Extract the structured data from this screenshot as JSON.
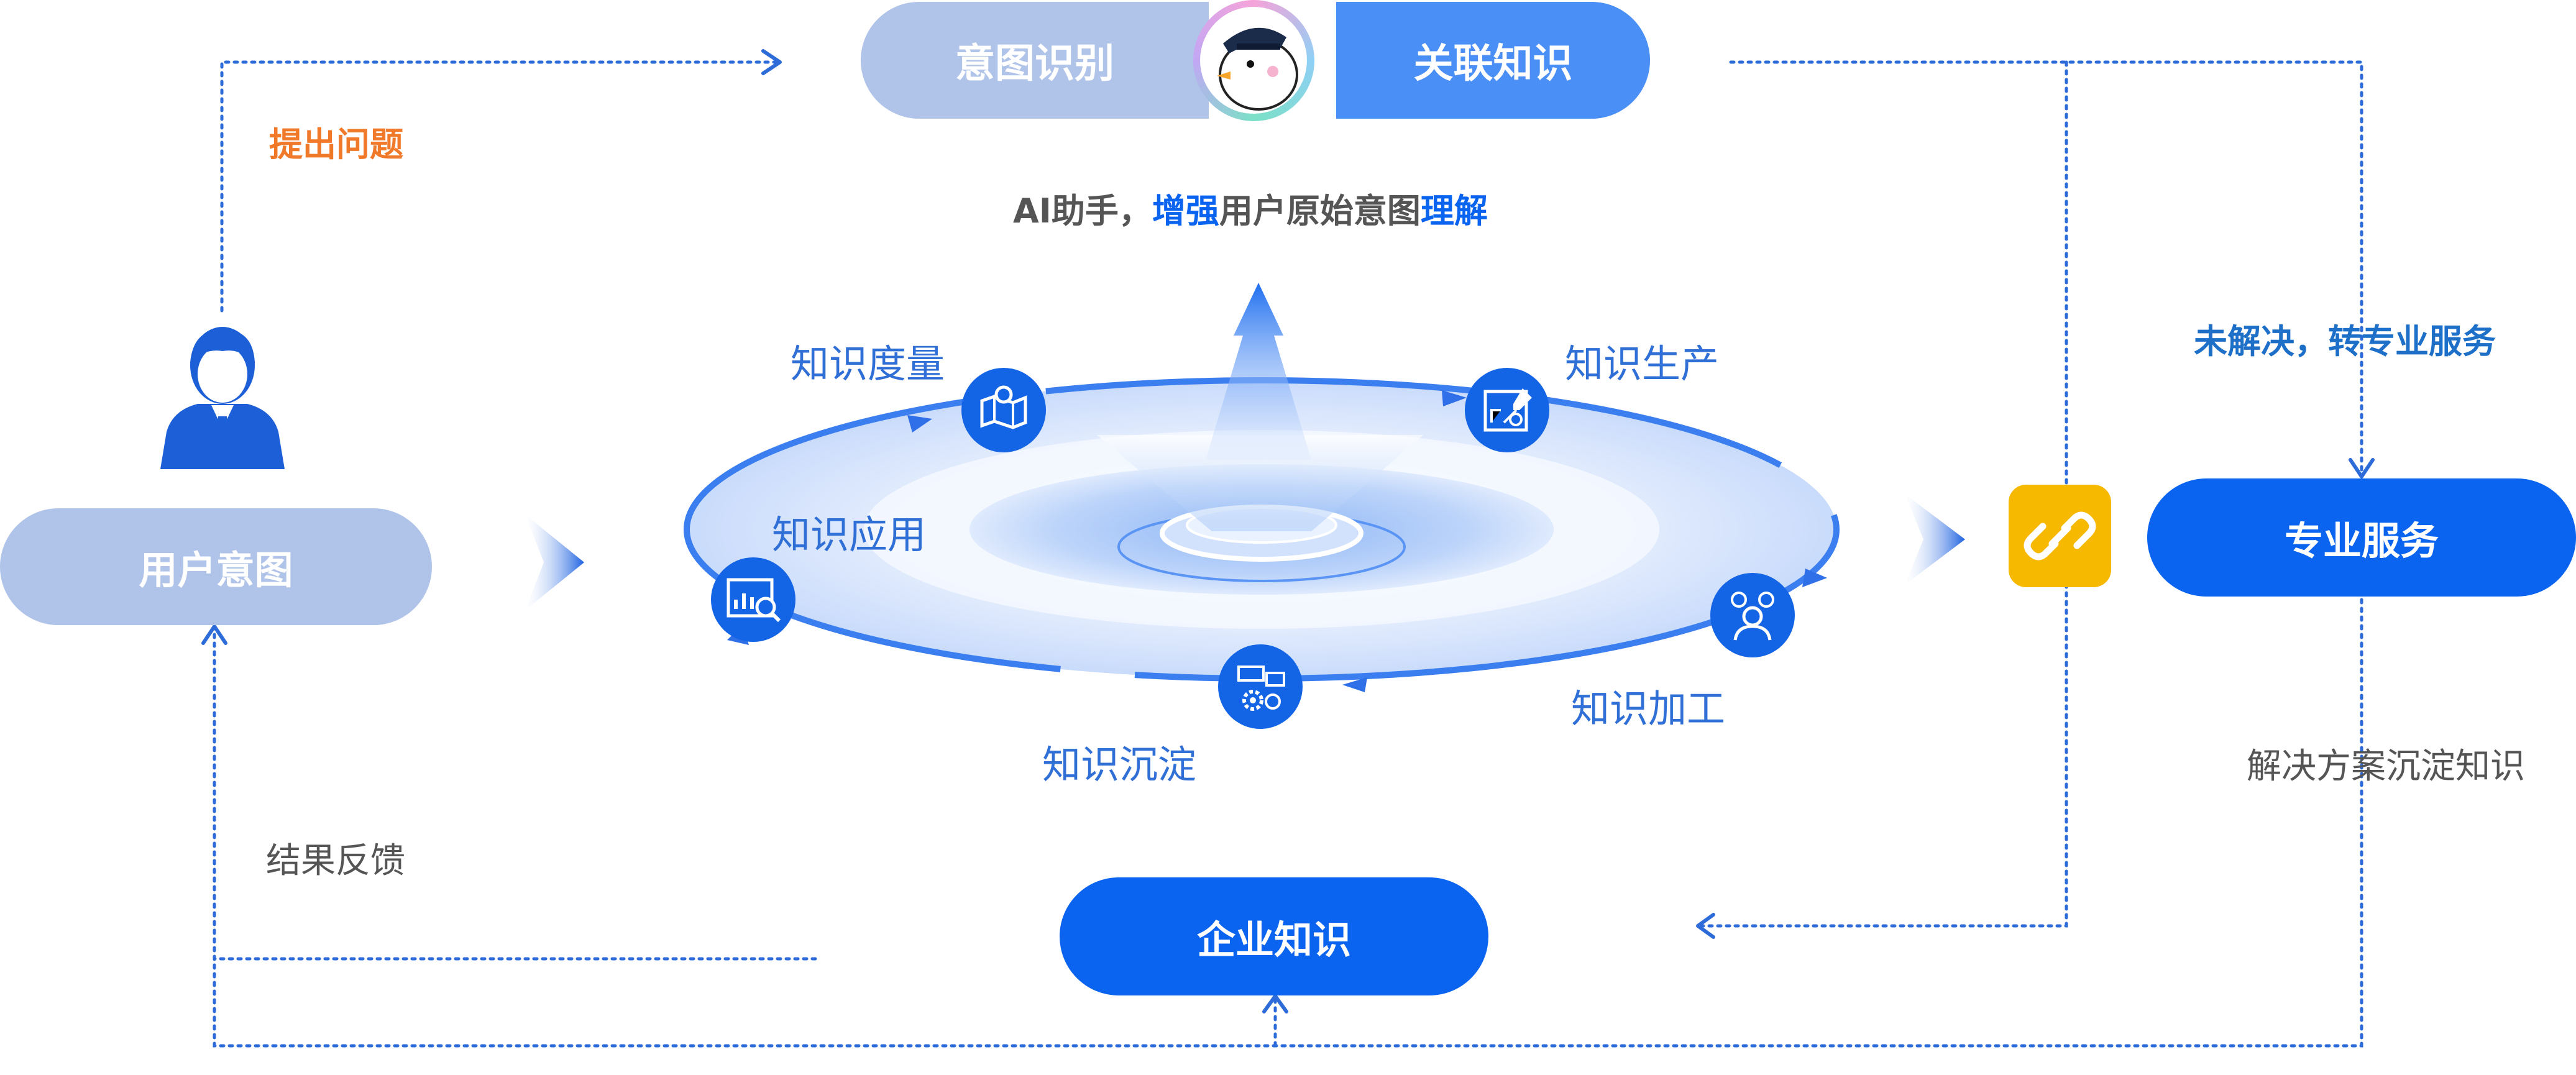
{
  "colors": {
    "primary_blue": "#0a64f0",
    "light_blue_pill": "#b0c3e8",
    "mid_blue_pill": "#4a8ff5",
    "dotted_line": "#2d6bd8",
    "orange": "#f07a2a",
    "dark_blue_text": "#1e6fc8",
    "yellow_link": "#f7b800"
  },
  "top": {
    "intent_recognition": "意图识别",
    "related_knowledge": "关联知识",
    "assistant_avatar": "captain-bird-icon"
  },
  "ai_caption": {
    "part1": "AI助手，",
    "part2": "增强",
    "part3": "用户原始意图",
    "part4": "理解"
  },
  "left": {
    "ask_question": "提出问题",
    "user_intent": "用户意图",
    "result_feedback": "结果反馈"
  },
  "cycle": {
    "stages": [
      "知识度量",
      "知识生产",
      "知识应用",
      "知识加工",
      "知识沉淀"
    ]
  },
  "right": {
    "unresolved": "未解决，转专业服务",
    "professional_service": "专业服务",
    "solution_knowledge": "解决方案沉淀知识"
  },
  "bottom": {
    "enterprise_knowledge": "企业知识"
  }
}
